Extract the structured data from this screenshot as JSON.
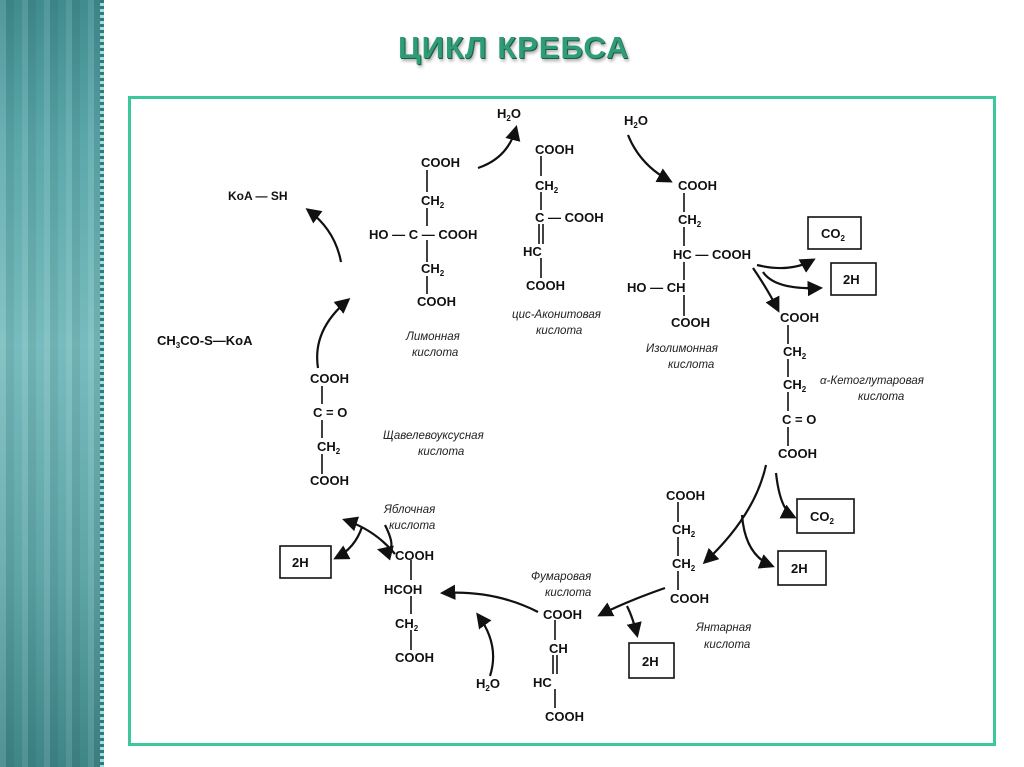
{
  "title": "ЦИКЛ КРЕБСА",
  "acetyl": {
    "main": "CH",
    "sub": "3",
    "rest": "CO-S—KoA"
  },
  "coa_sh": "KoA — SH",
  "citrate": {
    "cooh_top": "COOH",
    "ch2_top": "CH",
    "ch2_top_sub": "2",
    "ho_c": "HO — C — COOH",
    "ch2_bot": "CH",
    "ch2_bot_sub": "2",
    "cooh_bot": "COOH",
    "name1": "Лимонная",
    "name2": "кислота"
  },
  "h2o_1": {
    "main": "H",
    "sub": "2",
    "rest": "O"
  },
  "aconitate": {
    "cooh_top": "COOH",
    "ch2": "CH",
    "ch2_sub": "2",
    "c_cooh": "C — COOH",
    "hc": "HC",
    "cooh_bot": "COOH",
    "name1": "цис-Аконитовая",
    "name2": "кислота"
  },
  "h2o_2": {
    "main": "H",
    "sub": "2",
    "rest": "O"
  },
  "isocitrate": {
    "cooh_top": "COOH",
    "ch2": "CH",
    "ch2_sub": "2",
    "hc_cooh": "HC — COOH",
    "ho_ch": "HO — CH",
    "cooh_bot": "COOH",
    "name1": "Изолимонная",
    "name2": "кислота"
  },
  "co2_1": {
    "main": "CO",
    "sub": "2"
  },
  "h2_1": "2H",
  "ketoglutarate": {
    "cooh_top": "COOH",
    "ch2_a": "CH",
    "ch2_a_sub": "2",
    "ch2_b": "CH",
    "ch2_b_sub": "2",
    "c_o": "C = O",
    "cooh_bot": "COOH",
    "name1": "α-Кетоглутаровая",
    "name2": "кислота"
  },
  "co2_2": {
    "main": "CO",
    "sub": "2"
  },
  "h2_2": "2H",
  "succinate": {
    "cooh_top": "COOH",
    "ch2_a": "CH",
    "ch2_a_sub": "2",
    "ch2_b": "CH",
    "ch2_b_sub": "2",
    "cooh_bot": "COOH",
    "name1": "Янтарная",
    "name2": "кислота"
  },
  "h2_3": "2H",
  "fumarate": {
    "name1": "Фумаровая",
    "name2": "кислота",
    "cooh_top": "COOH",
    "ch": "CH",
    "hc": "HC",
    "cooh_bot": "COOH"
  },
  "h2o_3": {
    "main": "H",
    "sub": "2",
    "rest": "O"
  },
  "malate": {
    "name1": "Яблочная",
    "name2": "кислота",
    "cooh_top": "COOH",
    "hcoh": "HCOH",
    "ch2": "CH",
    "ch2_sub": "2",
    "cooh_bot": "COOH"
  },
  "h2_4": "2H",
  "oxaloacetate": {
    "cooh_top": "COOH",
    "c_o": "C = O",
    "ch2": "CH",
    "ch2_sub": "2",
    "cooh_bot": "COOH",
    "name1": "Щавелевоуксусная",
    "name2": "кислота"
  }
}
